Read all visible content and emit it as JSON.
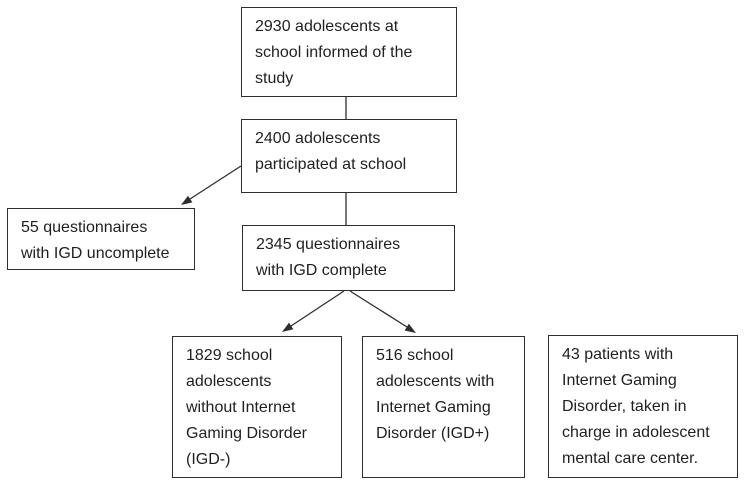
{
  "page": {
    "background_color": "#ffffff",
    "box_border_color": "#2e2e2e",
    "text_color": "#1f1f1f"
  },
  "diagram": {
    "type": "flowchart",
    "boxes": [
      {
        "id": "informed",
        "text": "2930 adolescents at\nschool informed of the\nstudy"
      },
      {
        "id": "participated",
        "text": "2400 adolescents\nparticipated at school"
      },
      {
        "id": "igd-uncomplete",
        "text": "55 questionnaires\nwith IGD uncomplete"
      },
      {
        "id": "igd-complete",
        "text": "2345 questionnaires\nwith IGD complete"
      },
      {
        "id": "igd-negative",
        "text": "1829 school\nadolescents\nwithout Internet\nGaming Disorder\n(IGD-)"
      },
      {
        "id": "igd-positive",
        "text": "516 school\nadolescents with\nInternet Gaming\nDisorder (IGD+)"
      },
      {
        "id": "clinical-patients",
        "text": "43 patients with\nInternet Gaming\nDisorder, taken in\ncharge in adolescent\nmental care center."
      }
    ],
    "edges": [
      {
        "from": "informed",
        "to": "participated",
        "arrowhead": false
      },
      {
        "from": "participated",
        "to": "igd-uncomplete",
        "arrowhead": true
      },
      {
        "from": "participated",
        "to": "igd-complete",
        "arrowhead": false
      },
      {
        "from": "igd-complete",
        "to": "igd-negative",
        "arrowhead": true
      },
      {
        "from": "igd-complete",
        "to": "igd-positive",
        "arrowhead": true
      }
    ]
  }
}
